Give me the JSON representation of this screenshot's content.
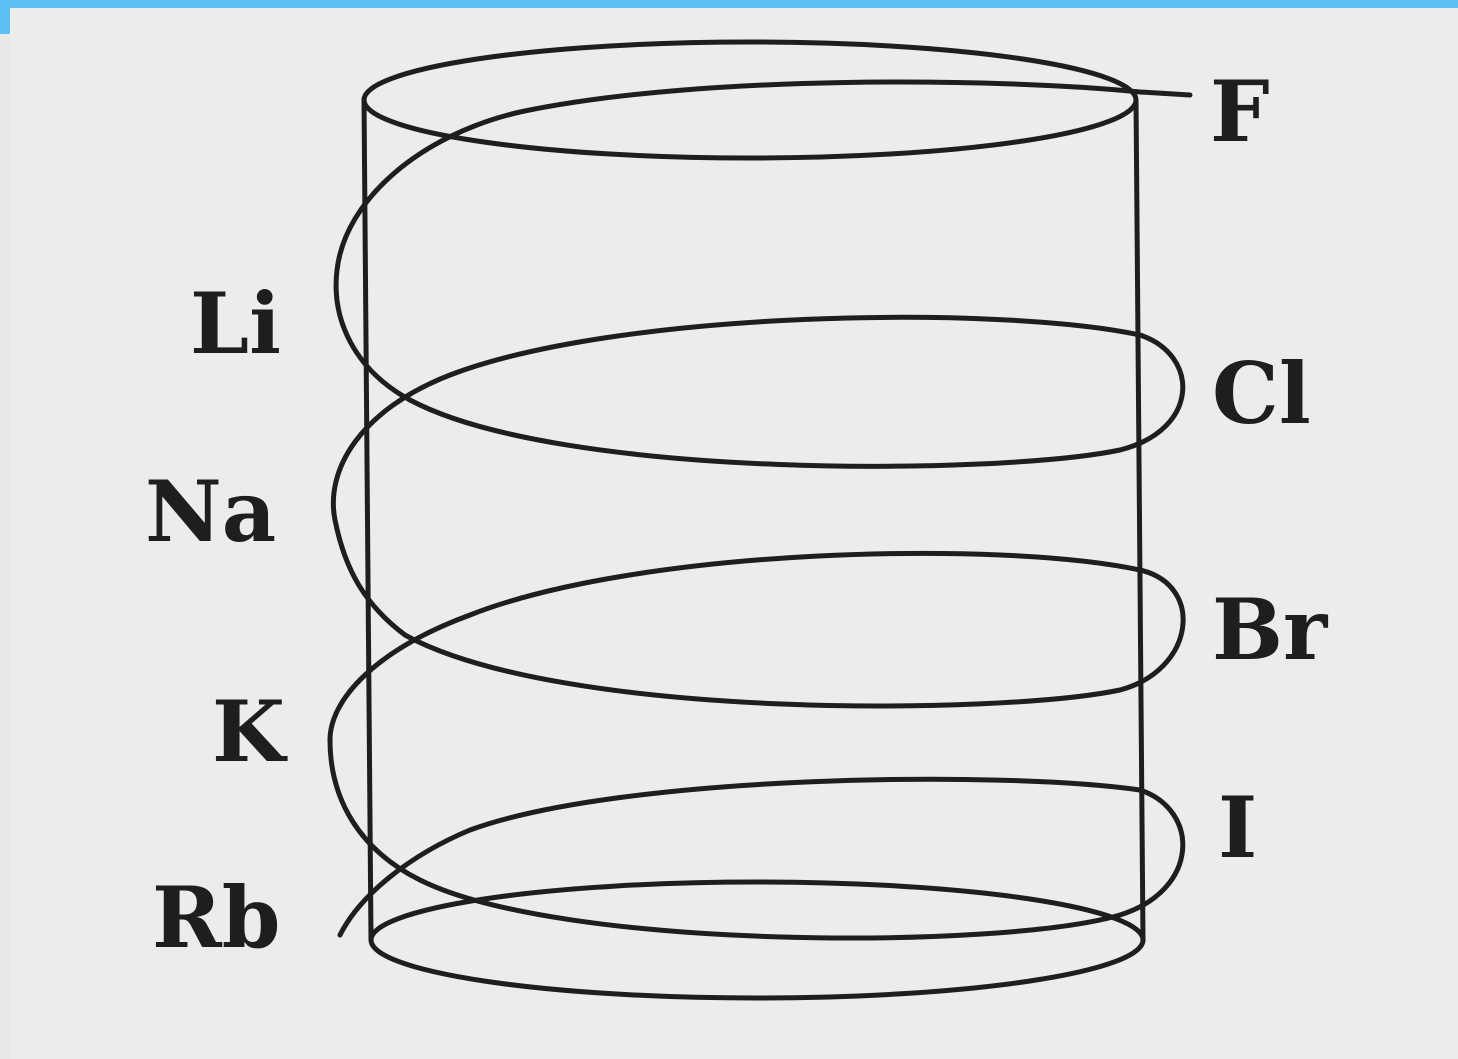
{
  "diagram": {
    "left_labels": {
      "li": "Li",
      "na": "Na",
      "k": "K",
      "rb": "Rb"
    },
    "right_labels": {
      "f": "F",
      "cl": "Cl",
      "br": "Br",
      "i": "I"
    },
    "colors": {
      "frame_accent": "#5cc0f2",
      "background": "#ececea",
      "ink": "#1e1e1e"
    }
  }
}
